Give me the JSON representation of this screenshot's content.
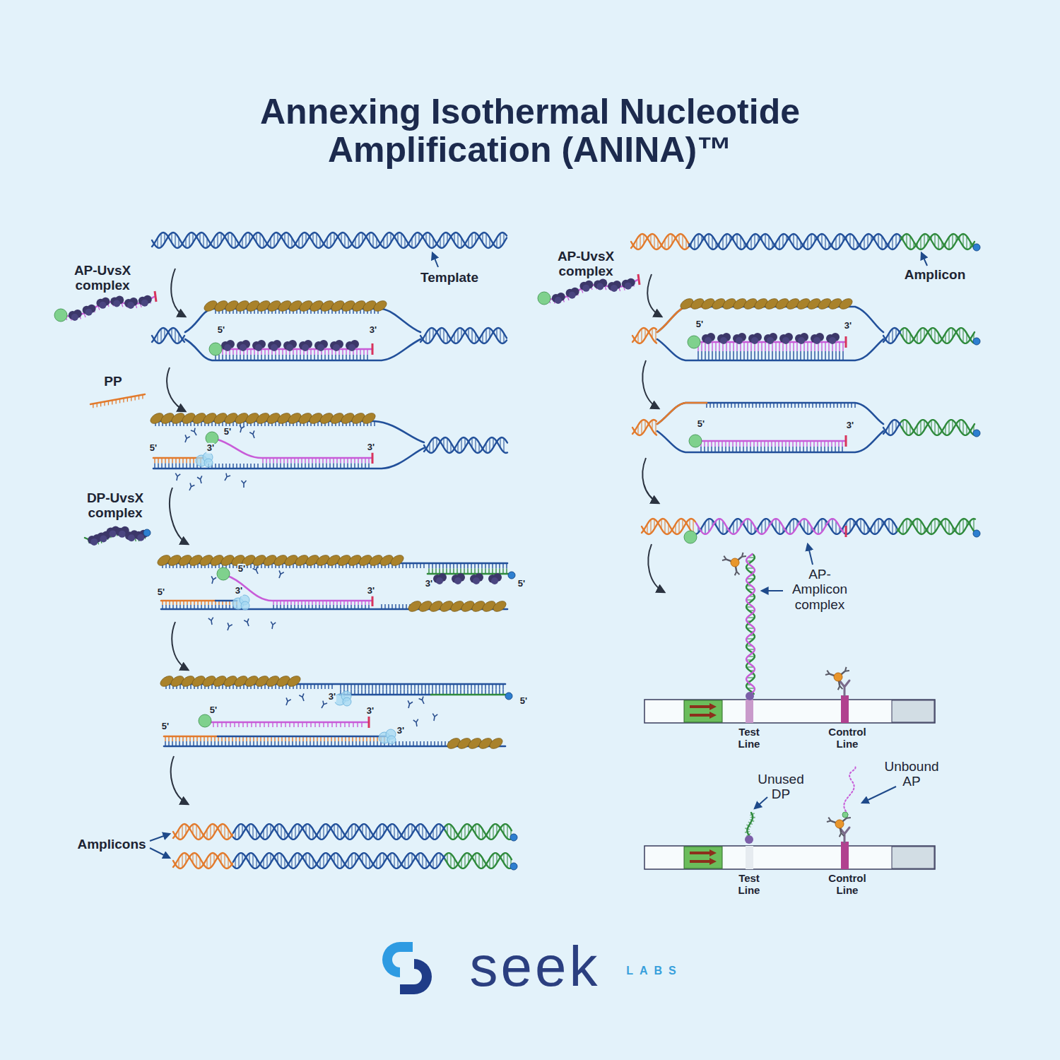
{
  "diagram": {
    "title": "Annexing Isothermal Nucleotide Amplification (ANINA)™",
    "labels": [
      "Template",
      "AP-UvsX complex",
      "5'",
      "3'",
      "PP",
      "5'",
      "3'",
      "5'",
      "3'",
      "DP-UvsX complex",
      "5'",
      "3'",
      "5'",
      "5'",
      "3'",
      "3'",
      "3'",
      "5'",
      "5'",
      "3'",
      "5'",
      "3'",
      "Amplicons",
      "AP-UvsX complex",
      "Amplicon",
      "5'",
      "3'",
      "5'",
      "3'",
      "AP- Amplicon complex",
      "Test Line",
      "Control Line",
      "Unused DP",
      "Unbound AP",
      "Test Line",
      "Control Line",
      "seek",
      "LABS"
    ]
  }
}
